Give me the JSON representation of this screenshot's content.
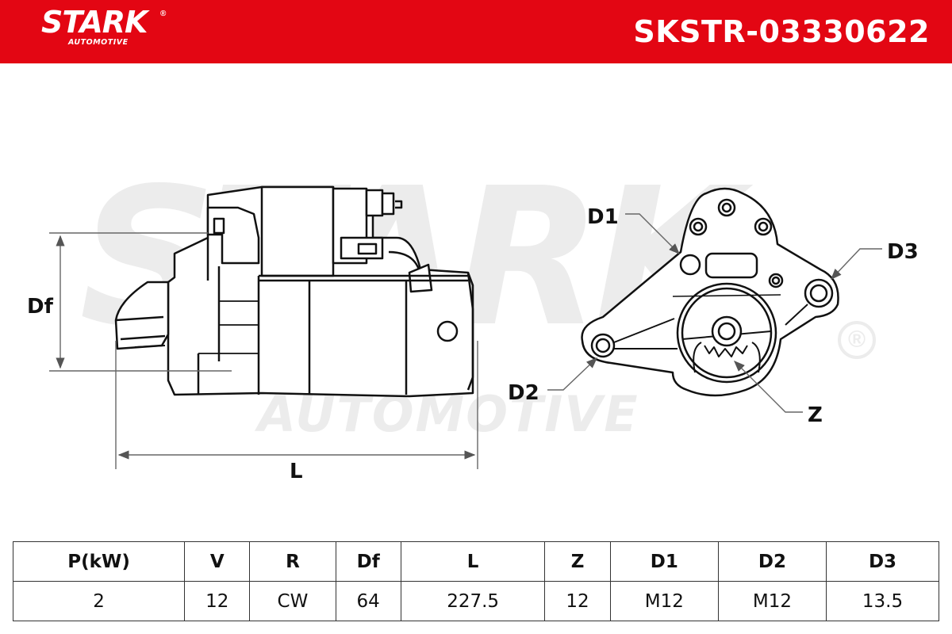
{
  "brand": {
    "name": "STARK",
    "registered": "®",
    "subtitle": "AUTOMOTIVE"
  },
  "part_number": "SKSTR-03330622",
  "watermark": {
    "main": "STARK",
    "sub": "AUTOMOTIVE",
    "registered": "®"
  },
  "drawing_labels": {
    "df": "Df",
    "l": "L",
    "d1": "D1",
    "d2": "D2",
    "d3": "D3",
    "z": "Z"
  },
  "specs_table": {
    "headers": [
      "P(kW)",
      "V",
      "R",
      "Df",
      "L",
      "Z",
      "D1",
      "D2",
      "D3"
    ],
    "values": [
      "2",
      "12",
      "CW",
      "64",
      "227.5",
      "12",
      "M12",
      "M12",
      "13.5"
    ]
  },
  "colors": {
    "brand_red": "#e30613",
    "watermark_gray": "#ececec",
    "line": "#111111"
  }
}
